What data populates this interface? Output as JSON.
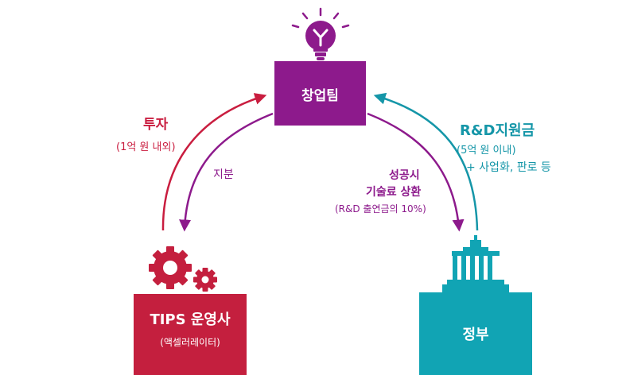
{
  "startup": {
    "label": "창업팀"
  },
  "operator": {
    "label": "TIPS 운영사",
    "sublabel": "(액셀러레이터)"
  },
  "government": {
    "label": "정부"
  },
  "investment": {
    "title": "투자",
    "amount": "(1억 원 내외)"
  },
  "equity": {
    "label": "지분"
  },
  "rnd": {
    "title": "R&D지원금",
    "amount": "(5억 원 이내)",
    "extra": "+ 사업화, 판로 등"
  },
  "royalty": {
    "line1": "성공시",
    "line2": "기술료 상환",
    "note": "(R&D 출연금의 10%)"
  },
  "colors": {
    "startup": "#8d1a8c",
    "operator": "#c41f3e",
    "government": "#11a4b4",
    "accent_red": "#c91d3f",
    "accent_teal": "#1596a8"
  },
  "icons": {
    "startup": "lightbulb-icon",
    "operator": "gears-icon",
    "government": "government-building-icon"
  }
}
